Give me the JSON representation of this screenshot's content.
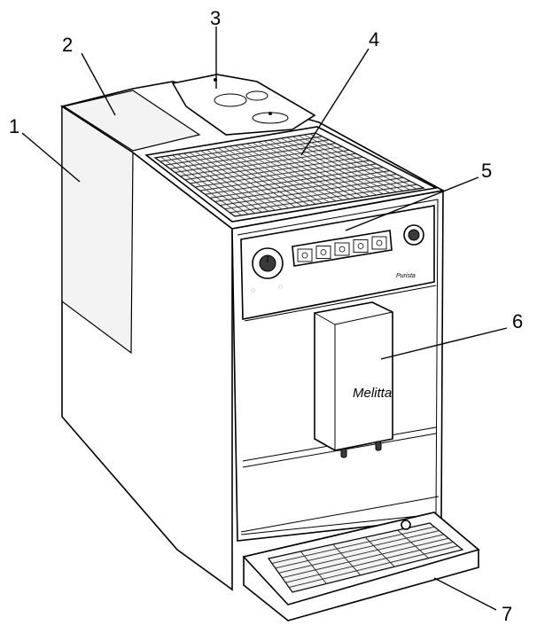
{
  "callouts": [
    {
      "label": "1",
      "part": "bean-container-side-lid"
    },
    {
      "label": "2",
      "part": "water-tank-lid"
    },
    {
      "label": "3",
      "part": "bean-container-lid"
    },
    {
      "label": "4",
      "part": "cup-warming-grid"
    },
    {
      "label": "5",
      "part": "control-panel"
    },
    {
      "label": "6",
      "part": "coffee-outlet"
    },
    {
      "label": "7",
      "part": "drip-tray"
    }
  ],
  "product": {
    "brand_logo": "Melitta",
    "model_badge": "Purista"
  },
  "control_panel_icons": [
    "power-icon",
    "aroma-icon",
    "cup-icon",
    "one-cup-icon",
    "two-cup-icon",
    "steam-icon"
  ]
}
